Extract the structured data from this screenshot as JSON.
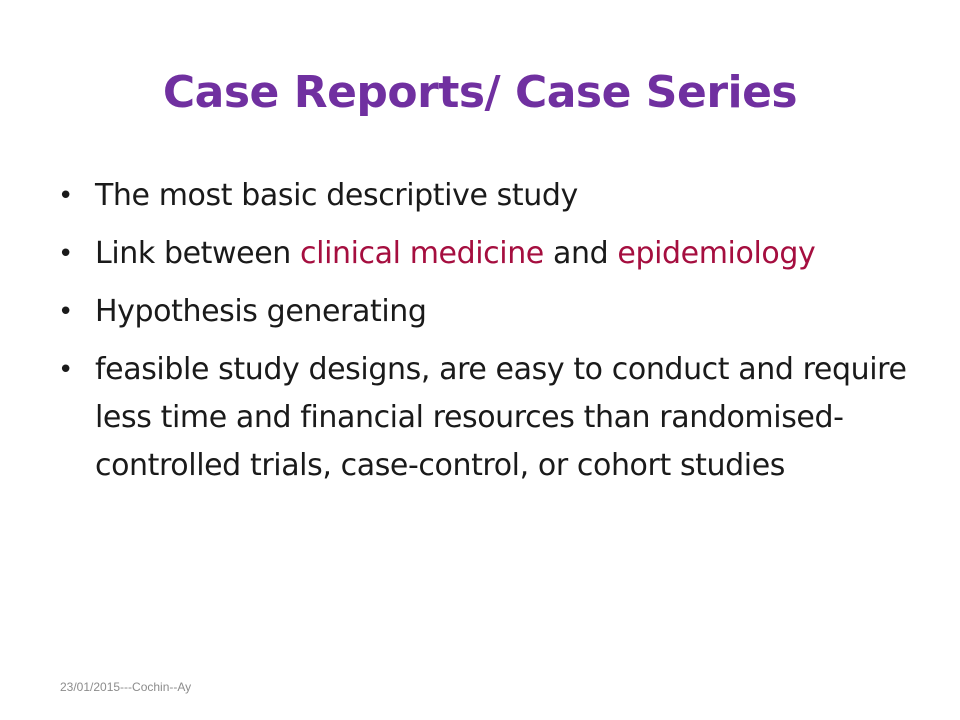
{
  "slide": {
    "title": "Case Reports/ Case Series",
    "bullet_symbol": "•",
    "bullets": [
      {
        "text": "The most basic descriptive study"
      },
      {
        "part1": "Link between ",
        "highlight1": "clinical medicine",
        "part2": " and ",
        "highlight2": "epidemiology"
      },
      {
        "text": "Hypothesis generating"
      },
      {
        "text": "feasible study designs, are easy to conduct and require less time and financial resources than randomised-controlled trials, case-control, or cohort studies"
      }
    ],
    "footer": "23/01/2015---Cochin--Ay"
  },
  "colors": {
    "title": "#7030a0",
    "body_text": "#1a1a1a",
    "highlight": "#a50e3f",
    "footer": "#8c8c8c",
    "background": "#ffffff"
  }
}
